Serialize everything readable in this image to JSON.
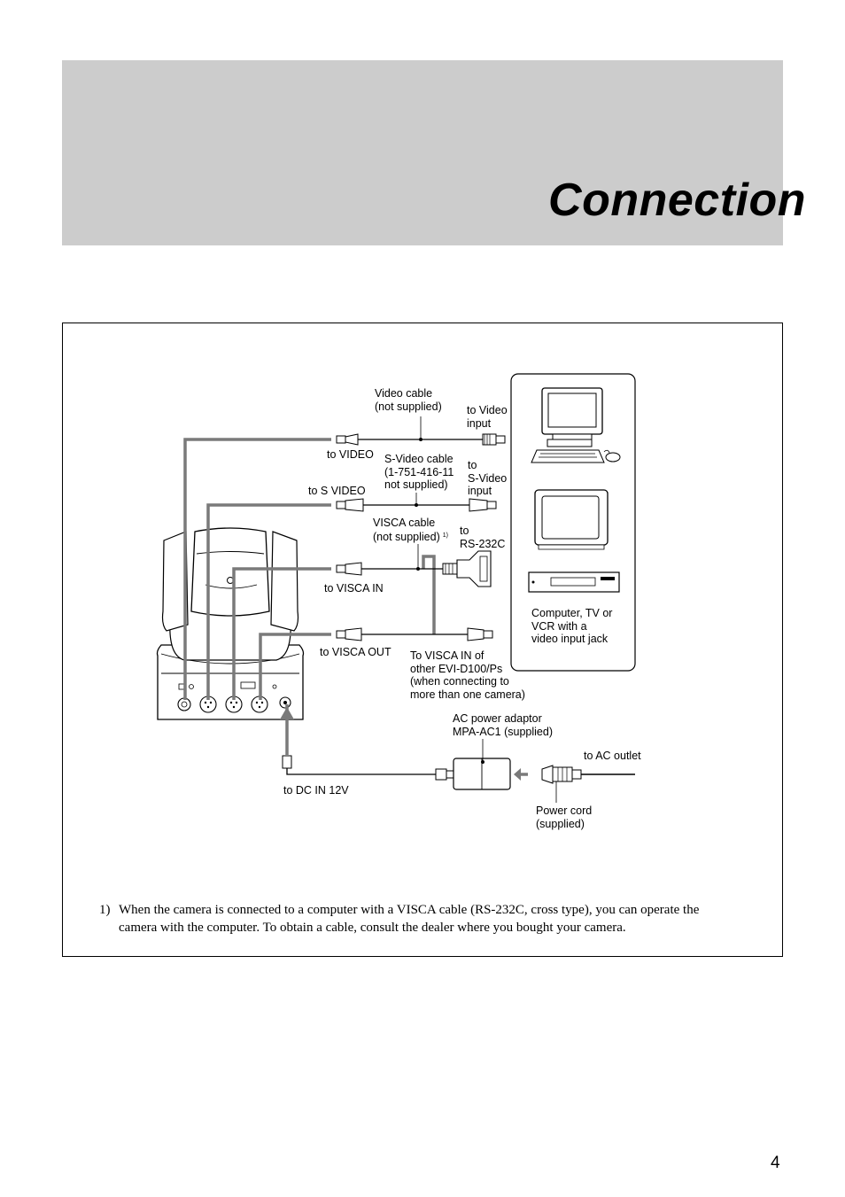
{
  "header": {
    "title": "Connection"
  },
  "labels": {
    "video_cable": "Video cable\n(not supplied)",
    "to_video_input": "to Video\ninput",
    "to_video": "to VIDEO",
    "svideo_cable": "S-Video cable\n(1-751-416-11\nnot supplied)",
    "to_svideo_input": "to\nS-Video\ninput",
    "to_s_video": "to S VIDEO",
    "visca_cable": "VISCA cable\n(not supplied)",
    "visca_cable_ref": "1)",
    "to_rs232c": "to\nRS-232C",
    "to_visca_in": "to VISCA IN",
    "to_visca_out": "to VISCA OUT",
    "to_visca_in_other": "To VISCA IN of\nother EVI-D100/Ps\n(when connecting to\nmore than one camera)",
    "devices": "Computer, TV or\nVCR with a\nvideo input jack",
    "ac_adaptor": "AC power adaptor\nMPA-AC1 (supplied)",
    "to_ac_outlet": "to AC outlet",
    "to_dc_in": "to DC IN 12V",
    "power_cord": "Power cord\n(supplied)"
  },
  "footnote": {
    "number": "1)",
    "text": "When the camera is connected to a computer with a VISCA cable (RS-232C, cross type), you can operate the camera with the computer. To obtain a cable, consult the dealer where you bought your camera."
  },
  "page_number": "4"
}
